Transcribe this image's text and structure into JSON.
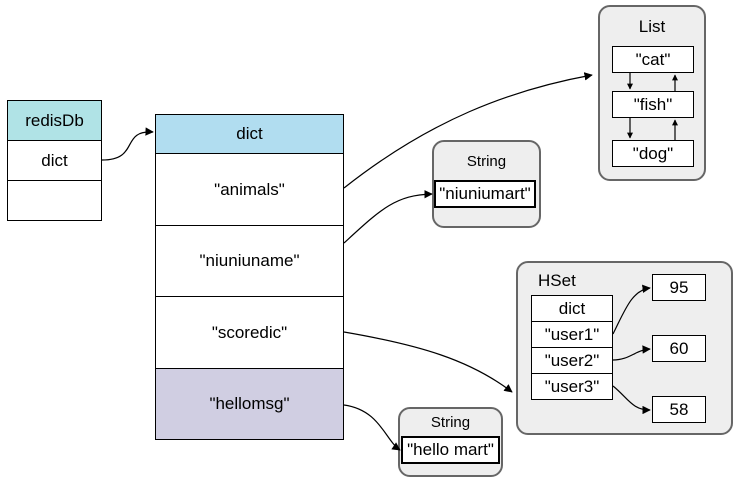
{
  "redisDb": {
    "header": "redisDb",
    "field": "dict"
  },
  "dict": {
    "header": "dict",
    "keys": [
      "\"animals\"",
      "\"niuniuname\"",
      "\"scoredic\"",
      "\"hellomsg\""
    ]
  },
  "list": {
    "title": "List",
    "items": [
      "\"cat\"",
      "\"fish\"",
      "\"dog\""
    ]
  },
  "string1": {
    "title": "String",
    "value": "\"niuniumart\""
  },
  "hset": {
    "title": "HSet",
    "fields": [
      "dict",
      "\"user1\"",
      "\"user2\"",
      "\"user3\""
    ],
    "values": [
      "95",
      "60",
      "58"
    ]
  },
  "string2": {
    "title": "String",
    "value": "\"hello mart\""
  },
  "colors": {
    "redisdb_header": "#b0e3e6",
    "dict_header": "#b1ddf0",
    "hellomsg_fill": "#d0cee2",
    "panel_fill": "#eeeeee",
    "panel_border": "#666666"
  }
}
